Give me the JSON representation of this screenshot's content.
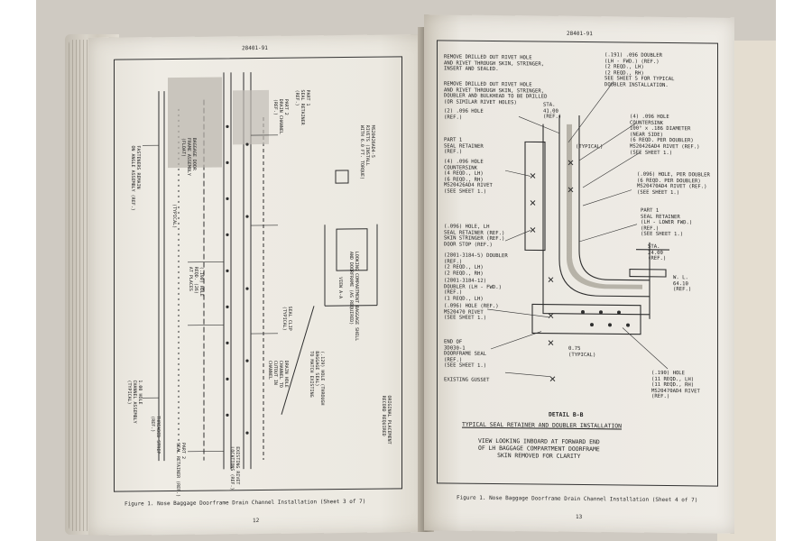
{
  "left_page": {
    "header": "28401-91",
    "caption": "Figure 1.  Nose Baggage Doorframe Drain Channel Installation (Sheet 3 of 7)",
    "page_number": "12",
    "notes": [
      "FASTENERS REMAIN\nON ANGLE ASSEMBLY (REF.)",
      "BAGGAGE DOOR\nFRAME ASSEMBLY\n(FLOAT)",
      "(TYPICAL)",
      "PART 1\nSEAL RETAINER\n(REF.)",
      "PART 2\nDRAIN CHANNEL\n(REF.)",
      "MS20426AD4-5\nRIVETS (INSTALL\nWITH 6.0 FT. TORQUE)",
      "(.190) HOLE\nREQD. (26)\nAT PLACES",
      "SEAL CLIP\n(TYPICAL)",
      "(.129) HOLE (THROUGH\nBAGGAGE SEAL)\nTO MATCH EXISTING",
      "DRAIN HOLE\nCHANNEL TO\nCUTOUT IN\nCHANNEL",
      "1.00 HOLE\nCHANNEL ASSEMBLY\n(TYPICAL)",
      "THREADED STRIP\n(REF.)",
      "PART 2\nSEAL RETAINER (REF.)",
      "EXISTING RIVET\nLOCATIONS (REF.)",
      "LOOKING COMPARTMENT BAGGAGE SHELL\nAND DOORFRAME (AS REQUIRED)",
      "VIEW A-A",
      "ORIGINAL PLACEMENT\nRECORD REQUIRED"
    ]
  },
  "right_page": {
    "header": "28401-91",
    "caption": "Figure 1.  Nose Baggage Doorframe Drain Channel Installation (Sheet 4 of 7)",
    "page_number": "13",
    "notes": [
      "REMOVE DRILLED OUT RIVET HOLE\nAND RIVET THROUGH SKIN, STRINGER,\nINSERT AND SEALED.",
      "REMOVE DRILLED OUT RIVET HOLE\nAND RIVET THROUGH SKIN, STRINGER,\nDOUBLER AND BULKHEAD TO BE DRILLED\n(OR SIMILAR RIVET HOLES)",
      "(2) .096 HOLE\n(REF.)",
      "(.191) .096 DOUBLER\n(LH - FWD.) (REF.)\n(2 REQD., LH)\n(2 REQD., RH)\nSEE SHEET 5 FOR TYPICAL\nDOUBLER INSTALLATION.",
      "STA.\n41.00\n(REF.)",
      "(4) .096 HOLE\nCOUNTERSINK\n100° x .186 DIAMETER\n(NEAR SIDE)\n(6 REQD. PER DOUBLER)\nMS20426AD4 RIVET (REF.)\n(SEE SHEET 1.)",
      "PART 1\nSEAL RETAINER\n(REF.)",
      "(TYPICAL)",
      "(4) .096 HOLE\nCOUNTERSINK\n(4 REQD., LH)\n(6 REQD., RH)\nMS20426AD4 RIVET\n(SEE SHEET 1.)",
      "(.096) HOLE, PER DOUBLER\n(6 REQD. PER DOUBLER)\nMS20470AD4 RIVET (REF.)\n(SEE SHEET 1.)",
      "PART 1\nSEAL RETAINER\n(LH - LOWER FWD.)\n(REF.)\n(SEE SHEET 1.)",
      "STA.\n24.00\n(REF.)",
      "W. L.\n64.10\n(REF.)",
      "(.096) HOLE, LH\nSEAL RETAINER (REF.)\nSKIN STRINGER (REF.)\nDOOR STOP (REF.)",
      "(2801-3184-5) DOUBLER\n(REF.)\n(2 REQD., LH)\n(2 REQD., RH)",
      "(2801-3184-12)\nDOUBLER (LH - FWD.)\n(REF.)\n(1 REQD., LH)",
      "(.096) HOLE (REF.)\nMS20470 RIVET\n(SEE SHEET 1.)",
      "END OF\n3D030-1\nDOORFRAME SEAL\n(REF.)\n(SEE SHEET 1.)",
      "EXISTING GUSSET",
      "(.190) HOLE\n(11 REQD., LH)\n(11 REQD., RH)\nMS20470AD4 RIVET\n(REF.)",
      "0.75\n(TYPICAL)"
    ],
    "detail_title": "DETAIL B-B",
    "detail_subtitle": "TYPICAL SEAL RETAINER AND DOUBLER INSTALLATION",
    "view_note": "VIEW LOOKING INBOARD AT FORWARD END\nOF LH BAGGAGE COMPARTMENT DOORFRAME\nSKIN REMOVED FOR CLARITY"
  }
}
